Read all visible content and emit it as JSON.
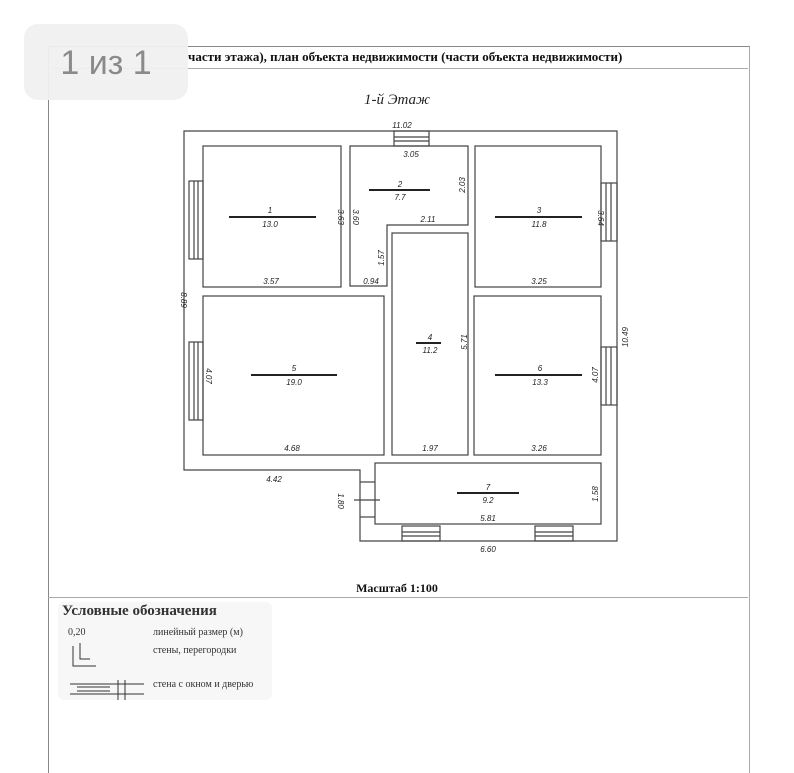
{
  "header": {
    "title": "части этажа), план объекта недвижимости (части объекта недвижимости)"
  },
  "pager": {
    "label": "1 из 1"
  },
  "plan": {
    "floor_title": "1-й Этаж",
    "scale": "Масштаб 1:100",
    "rooms": [
      {
        "number": "1",
        "area": "13.0"
      },
      {
        "number": "2",
        "area": "7.7"
      },
      {
        "number": "3",
        "area": "11.8"
      },
      {
        "number": "4",
        "area": "11.2"
      },
      {
        "number": "5",
        "area": "19.0"
      },
      {
        "number": "6",
        "area": "13.3"
      },
      {
        "number": "7",
        "area": "9.2"
      }
    ],
    "dimensions": {
      "top": "11.02",
      "r2_top": "3.05",
      "r2_right": "2.03",
      "r2_left": "3.60",
      "r2_inner": "2.11",
      "r2_step": "1.57",
      "r2_bottom": "0.94",
      "r1_right": "3.63",
      "r1_bottom": "3.57",
      "r3_right": "3.64",
      "r3_bottom": "3.25",
      "left": "8.89",
      "r5_left": "4.07",
      "r5_bottom": "4.68",
      "r4_right": "5.71",
      "r4_bottom": "1.97",
      "r6_right": "4.07",
      "r6_bottom": "3.26",
      "right": "10.49",
      "step_bottom": "4.42",
      "step_side": "1.80",
      "r7_right": "1.58",
      "r7_bottom": "5.81",
      "bottom": "6.60"
    }
  },
  "legend": {
    "title": "Условные обозначения",
    "sample_dim": "0,20",
    "items": [
      "линейный размер (м)",
      "стены, перегородки",
      "стена с окном и дверью"
    ]
  }
}
